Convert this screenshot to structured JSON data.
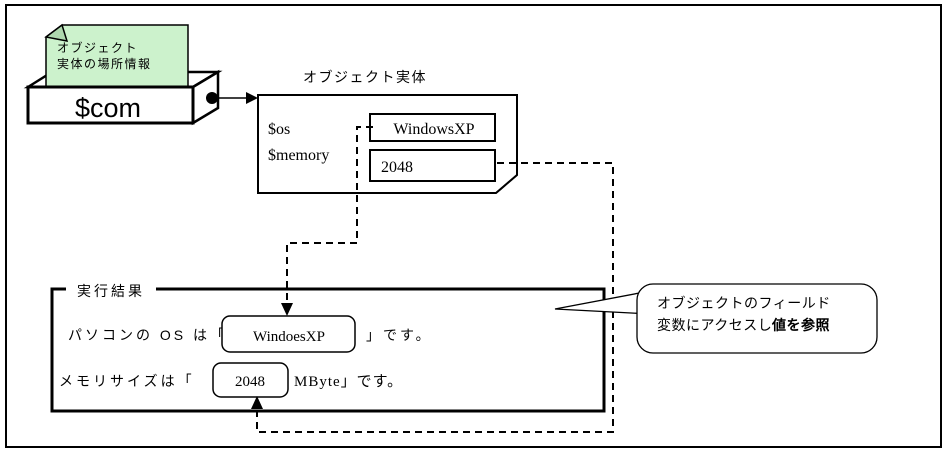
{
  "diagram": {
    "variable": {
      "label": "$com",
      "note": {
        "line1": "オブジェクト",
        "line2": "実体の場所情報"
      }
    },
    "object": {
      "title": "オブジェクト実体",
      "fields": [
        {
          "name": "$os",
          "value": "WindowsXP"
        },
        {
          "name": "$memory",
          "value": "2048"
        }
      ]
    },
    "result": {
      "title": "実行結果",
      "line1": {
        "prefix": "パソコンの OS は「",
        "value": "WindoesXP",
        "suffix": "」です。"
      },
      "line2": {
        "prefix": "メモリサイズは「",
        "value": "2048",
        "suffix": "MByte」です。"
      }
    },
    "callout": {
      "line1": "オブジェクトのフィールド",
      "line2_normal": "変数にアクセスし",
      "line2_bold": "値を参照"
    },
    "colors": {
      "note_fill": "#ccf2cc",
      "note_fold": "#aed8ae",
      "line": "#000000",
      "background": "#ffffff"
    }
  }
}
